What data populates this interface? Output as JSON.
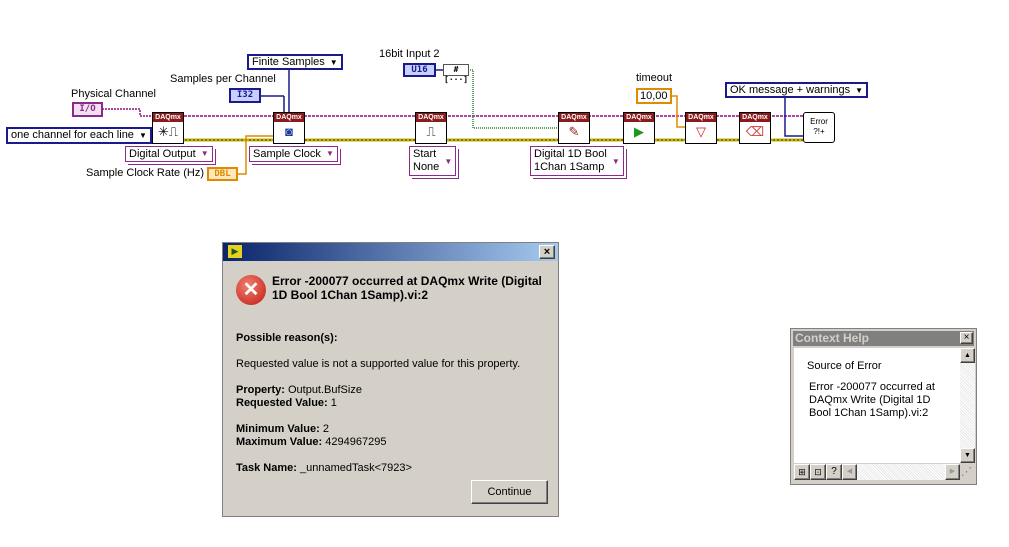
{
  "diagram": {
    "labels": {
      "input16": "16bit Input 2",
      "samples_per_channel": "Samples per Channel",
      "physical_channel": "Physical Channel",
      "sample_clock_rate": "Sample Clock Rate (Hz)",
      "timeout": "timeout"
    },
    "terminals": {
      "u16": "U16",
      "i32": "I32",
      "io": "I/O",
      "dbl": "DBL",
      "array": "#[···]"
    },
    "constants": {
      "finite_samples": "Finite Samples",
      "lines": "one channel for each line",
      "timeout_value": "10,00",
      "error_mode": "OK message + warnings"
    },
    "selectors": {
      "create": "Digital Output",
      "timing": "Sample Clock",
      "trigger_line1": "Start",
      "trigger_line2": "None",
      "write_line1": "Digital 1D Bool",
      "write_line2": "1Chan 1Samp"
    },
    "node_header": "DAQmx",
    "error_node": "Error ?!+",
    "colors": {
      "task_wire": "#b04aa0",
      "error_wire": "#c8b400",
      "node_header": "#8b1a1a",
      "enum_border": "#1a1a8c"
    }
  },
  "dialog": {
    "title_icon": "labview-icon",
    "close": "×",
    "heading": "Error -200077 occurred at DAQmx Write (Digital 1D Bool 1Chan 1Samp).vi:2",
    "possible_label": "Possible reason(s):",
    "reason": "Requested value is not a supported value for this property.",
    "property_label": "Property:",
    "property_value": "Output.BufSize",
    "requested_label": "Requested Value:",
    "requested_value": "1",
    "min_label": "Minimum Value:",
    "min_value": "2",
    "max_label": "Maximum Value:",
    "max_value": "4294967295",
    "task_label": "Task Name:",
    "task_value": "_unnamedTask<7923>",
    "continue": "Continue"
  },
  "context_help": {
    "title": "Context Help",
    "close": "×",
    "heading": "Source of Error",
    "body": "Error -200077 occurred at DAQmx Write (Digital 1D Bool 1Chan 1Samp).vi:2"
  }
}
